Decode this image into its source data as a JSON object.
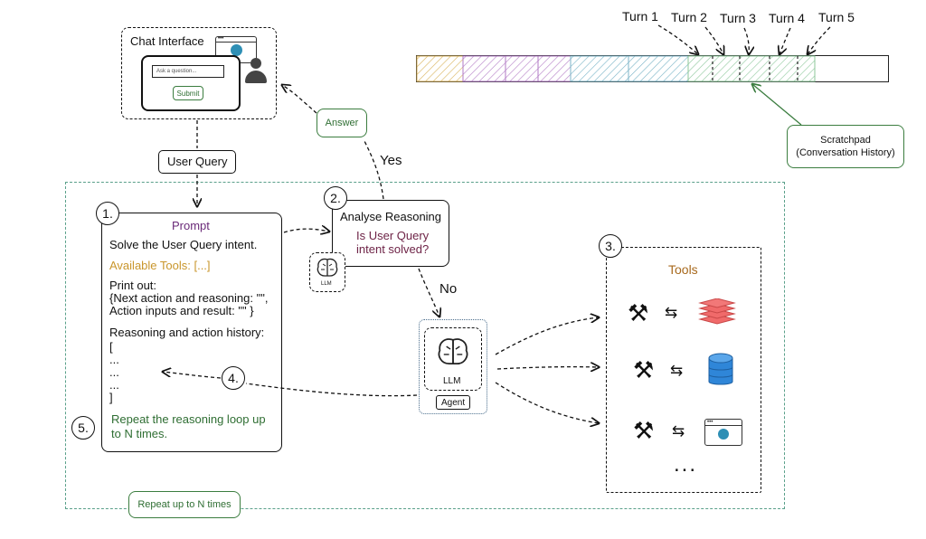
{
  "chat": {
    "title": "Chat Interface",
    "placeholder": "Ask a question...",
    "submit": "Submit"
  },
  "user_query": "User Query",
  "answer": "Answer",
  "yes": "Yes",
  "no": "No",
  "prompt": {
    "number": "1.",
    "title": "Prompt",
    "line1": "Solve the User Query intent.",
    "tools": "Available Tools: [...]",
    "print1": "Print out:",
    "print2": "{Next action and reasoning: \"\",",
    "print3": "Action inputs and result: \"\" }",
    "history": "Reasoning and action history:",
    "h1": "[",
    "h2": "...",
    "h3": "...",
    "h4": "...",
    "h5": "]",
    "repeat1": "Repeat the reasoning loop up",
    "repeat2": "to N times."
  },
  "analyse": {
    "number": "2.",
    "title": "Analyse Reasoning",
    "q1": "Is User Query",
    "q2": "intent solved?",
    "llm_small": "LLM"
  },
  "agent": {
    "llm": "LLM",
    "label": "Agent"
  },
  "step4": "4.",
  "step5": "5.",
  "tools": {
    "number": "3.",
    "title": "Tools",
    "more": "..."
  },
  "repeat_n": "Repeat up to N times",
  "turns": [
    "Turn 1",
    "Turn 2",
    "Turn 3",
    "Turn 4",
    "Turn 5"
  ],
  "scratchpad": {
    "line1": "Scratchpad",
    "line2": "(Conversation History)"
  },
  "colors": {
    "green": "#3b7d3f",
    "purple": "#6a2a78",
    "amber": "#c9962c",
    "tools_title": "#a86a1e",
    "dark_green_text": "#2f6e33",
    "maroon": "#6e2447"
  }
}
